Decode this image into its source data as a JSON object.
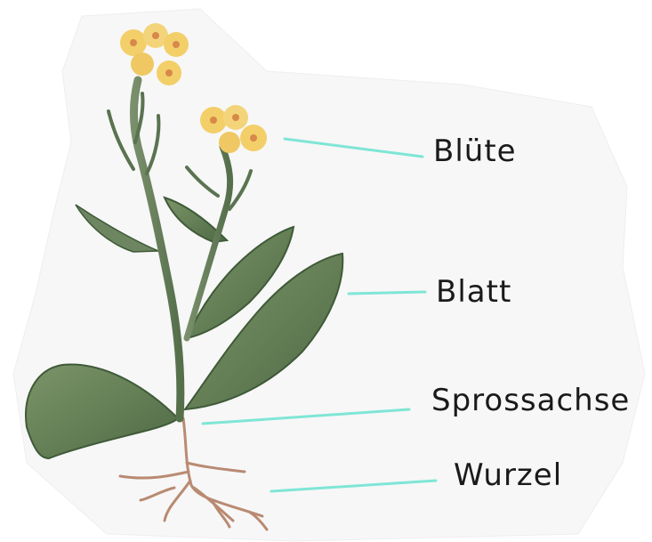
{
  "labels": {
    "bluete": "Blüte",
    "blatt": "Blatt",
    "sprossachse": "Sprossachse",
    "wurzel": "Wurzel"
  },
  "colors": {
    "leader_line": "#7fe6d6",
    "leaf": "#5f7a52",
    "leaf_dark": "#3f5a38",
    "stem": "#6b8460",
    "flower": "#f3cf6a",
    "flower_center": "#d8894a",
    "root": "#b7826a",
    "paper": "#f6f6f6"
  }
}
